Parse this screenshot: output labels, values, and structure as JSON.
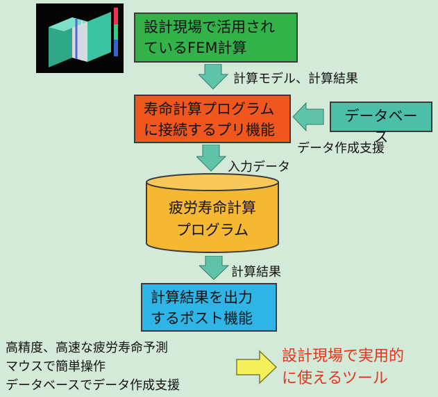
{
  "nodes": {
    "fem": {
      "line1": "設計現場で活用され",
      "line2": "ているFEM計算",
      "color": "#33b24a"
    },
    "pre": {
      "line1": "寿命計算プログラム",
      "line2": "に接続するプリ機能",
      "color": "#f0571e"
    },
    "database": {
      "label": "データベース",
      "color": "#4dbfa8"
    },
    "program": {
      "line1": "疲労寿命計算",
      "line2": "プログラム",
      "color": "#f5b833"
    },
    "post": {
      "line1": "計算結果を出力",
      "line2": "するポスト機能",
      "color": "#2fb4e6"
    },
    "tool": {
      "line1": "設計現場で実用的",
      "line2": "に使えるツール",
      "color": "#e8321c"
    }
  },
  "edges": {
    "fem_to_pre": "計算モデル、計算結果",
    "db_to_pre": "データ作成支援",
    "pre_to_program": "入力データ",
    "program_to_post": "計算結果"
  },
  "features": {
    "line1": "高精度、高速な疲労寿命予測",
    "line2": "マウスで簡単操作",
    "line3": "データベースでデータ作成支援"
  },
  "colors": {
    "background": "#d4ead8",
    "arrow_fill": "#5fc3a8",
    "big_arrow_fill": "#f3f05a"
  },
  "fem_image": {
    "description_icon": "fem-simulation-thumbnail"
  }
}
